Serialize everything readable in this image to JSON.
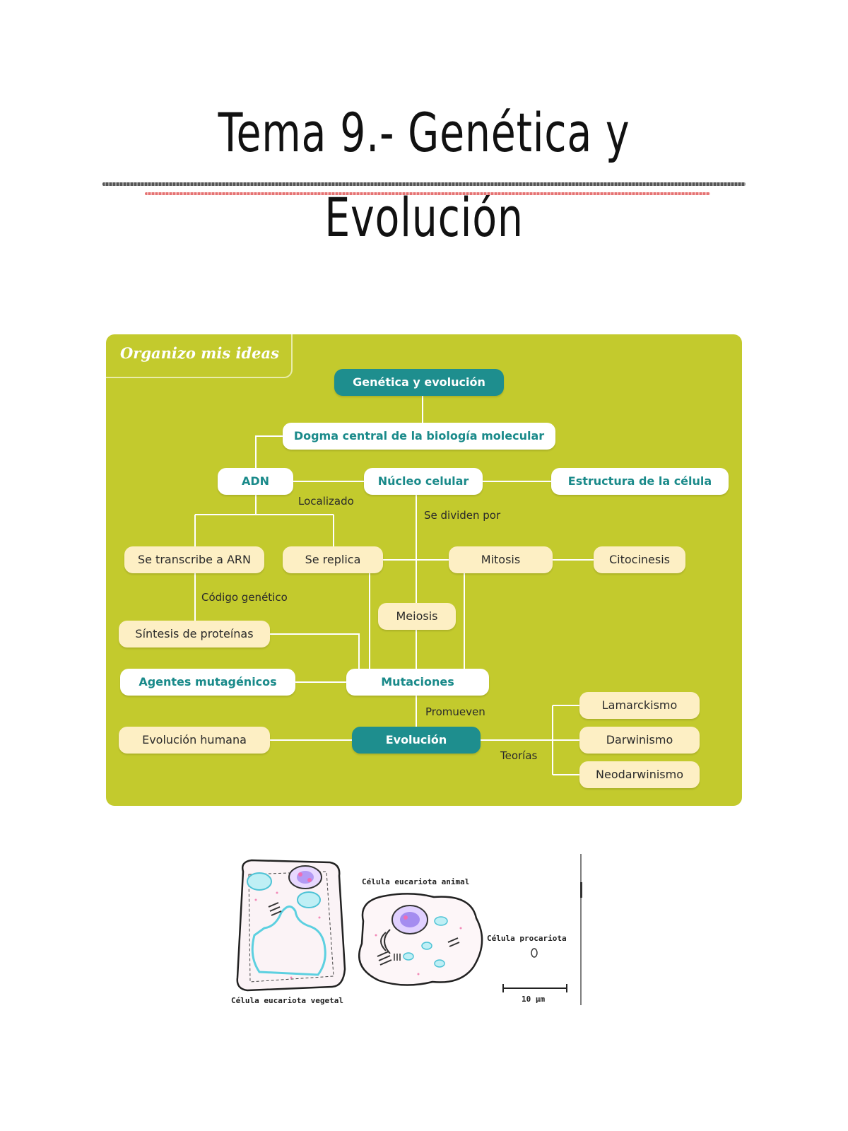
{
  "title": "Tema 9.- Genética y Evolución",
  "panel": {
    "header": "Organizo mis ideas",
    "bg_color": "#c3ca2d",
    "primary_color": "#1e8e8e",
    "leaf_color": "#fdefc4"
  },
  "nodes": {
    "genetica": "Genética y evolución",
    "dogma": "Dogma central de la biología molecular",
    "adn": "ADN",
    "nucleo": "Núcleo celular",
    "estructura": "Estructura de la célula",
    "transcribe": "Se transcribe a ARN",
    "replica": "Se replica",
    "mitosis": "Mitosis",
    "citocinesis": "Citocinesis",
    "meiosis": "Meiosis",
    "sintesis": "Síntesis de proteínas",
    "agentes": "Agentes mutagénicos",
    "mutaciones": "Mutaciones",
    "evolucion_humana": "Evolución humana",
    "evolucion": "Evolución",
    "lamarckismo": "Lamarckismo",
    "darwinismo": "Darwinismo",
    "neodarwinismo": "Neodarwinismo"
  },
  "edge_labels": {
    "localizado": "Localizado",
    "dividen": "Se dividen por",
    "codigo": "Código genético",
    "promueven": "Promueven",
    "teorias": "Teorías"
  },
  "cells": {
    "animal": "Célula eucariota animal",
    "vegetal": "Célula eucariota vegetal",
    "procariota": "Célula procariota",
    "scale": "10 µm"
  }
}
